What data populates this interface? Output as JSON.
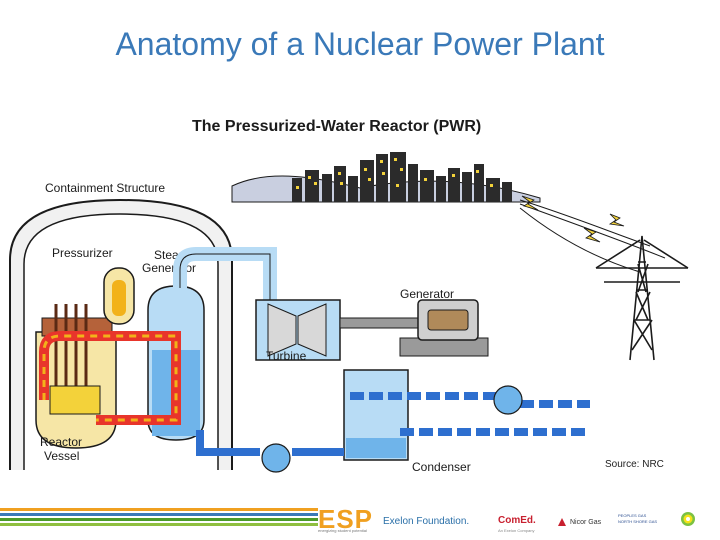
{
  "slide": {
    "title": "Anatomy of a Nuclear Power Plant",
    "source": "Source: NRC"
  },
  "diagram": {
    "heading": "The Pressurized-Water Reactor (PWR)",
    "labels": {
      "containment": "Containment Structure",
      "pressurizer": "Pressurizer",
      "steam_generator_1": "Steam",
      "steam_generator_2": "Generator",
      "generator": "Generator",
      "turbine": "Turbine",
      "reactor_1": "Reactor",
      "reactor_2": "Vessel",
      "condenser": "Condenser"
    },
    "colors": {
      "hot_loop": "#e8352b",
      "hot_loop_dash": "#f2b21a",
      "cool_loop": "#2e6fcf",
      "steam": "#b8dcf5",
      "water": "#6fb4ea",
      "outline": "#1b1b1b"
    }
  },
  "footer": {
    "stripe_colors": [
      "#f0a020",
      "#3a79b8",
      "#4c9a2a",
      "#8fbf3f"
    ],
    "esp_logo": "ESP",
    "esp_tagline": "energizing student potential",
    "exelon": "Exelon Foundation.",
    "comed": "ComEd.",
    "comed_tagline": "An Exelon Company",
    "nicor": "Nicor Gas",
    "peoples": [
      "PEOPLES GAS",
      "NORTH SHORE GAS"
    ],
    "bp_icon": "bp-helios-icon"
  }
}
